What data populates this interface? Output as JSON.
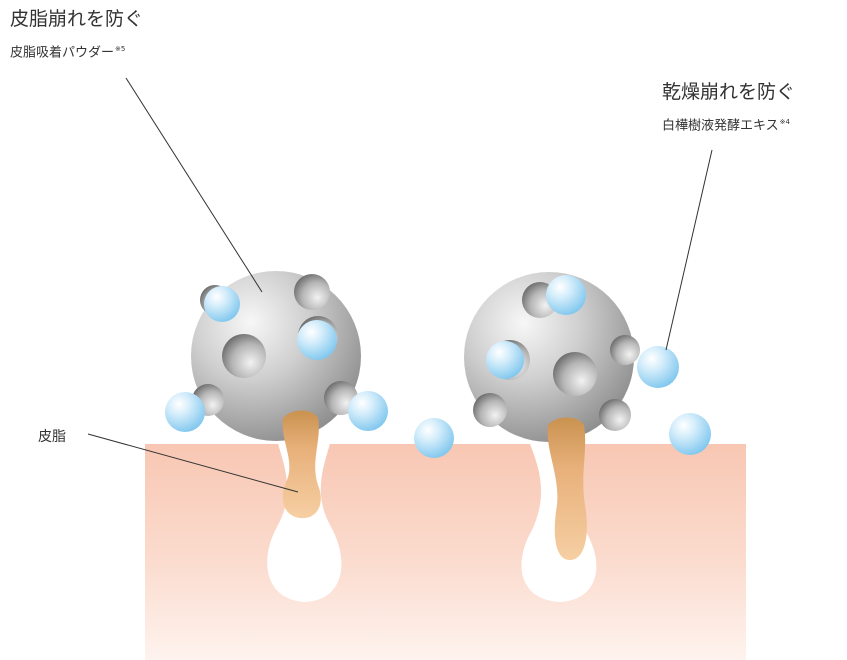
{
  "labels": {
    "left_title": "皮脂崩れを防ぐ",
    "left_sub": "皮脂吸着パウダー",
    "left_sub_note": "※5",
    "right_title": "乾燥崩れを防ぐ",
    "right_sub": "白樺樹液発酵エキス",
    "right_sub_note": "※4",
    "sebum": "皮脂"
  },
  "colors": {
    "skin_top": "#f7c6b2",
    "skin_bottom": "#fdf1ec",
    "sebum": "#eab27a",
    "water_droplet": "#a9dcf5",
    "powder": "#b9b9b9",
    "leader_line": "#333333"
  }
}
